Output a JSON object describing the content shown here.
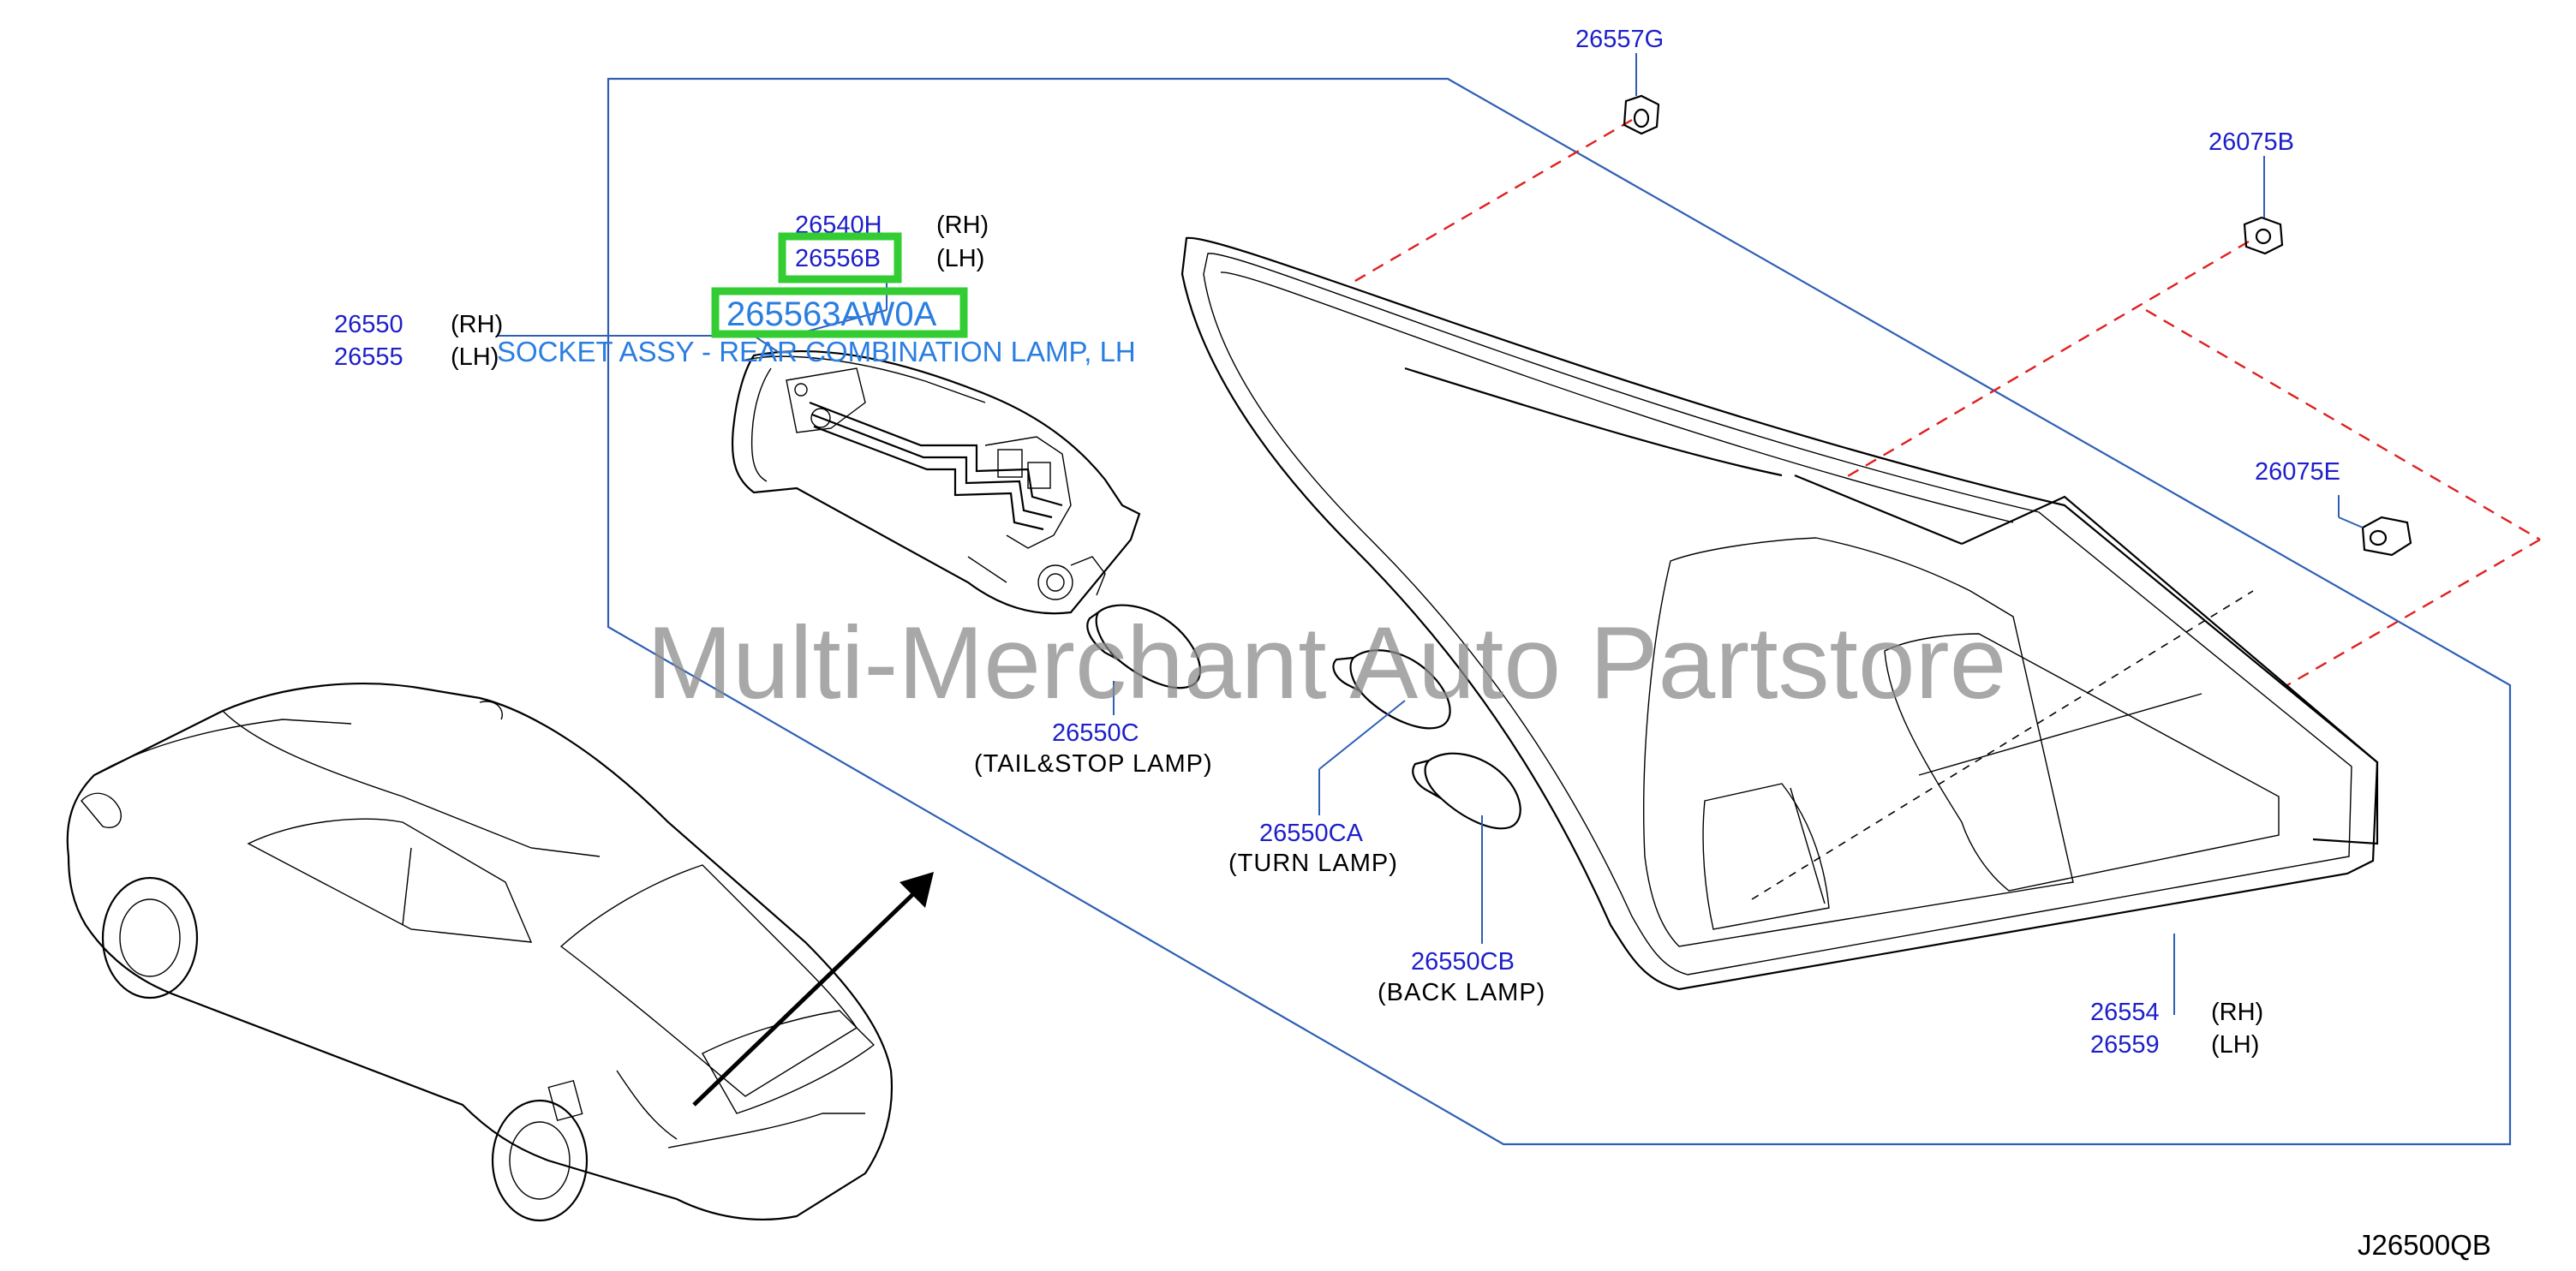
{
  "diagram_code": "J26500QB",
  "watermark": "Multi-Merchant Auto Partstore",
  "tooltip": "SOCKET ASSY - REAR COMBINATION LAMP, LH",
  "highlighted_part": "265563AW0A",
  "parts": {
    "p26557G": "26557G",
    "p26075B": "26075B",
    "p26075E": "26075E",
    "p26540H": "26540H",
    "p26540H_side": "(RH)",
    "p26556B": "26556B",
    "p26556B_side": "(LH)",
    "p26550": "26550",
    "p26550_side": "(RH)",
    "p26555": "26555",
    "p26555_side": "(LH)",
    "p26550C": "26550C",
    "p26550C_desc": "(TAIL&STOP   LAMP)",
    "p26550CA": "26550CA",
    "p26550CA_desc": "(TURN   LAMP)",
    "p26550CB": "26550CB",
    "p26550CB_desc": "(BACK   LAMP)",
    "p26554": "26554",
    "p26554_side": "(RH)",
    "p26559": "26559",
    "p26559_side": "(LH)"
  },
  "colors": {
    "part_number": "#1d1fc9",
    "frame": "#2f5fb5",
    "dashed_leader": "#e02020",
    "highlight": "#33cc33",
    "tooltip": "#2a7de1",
    "watermark": "#8c8c8c"
  }
}
